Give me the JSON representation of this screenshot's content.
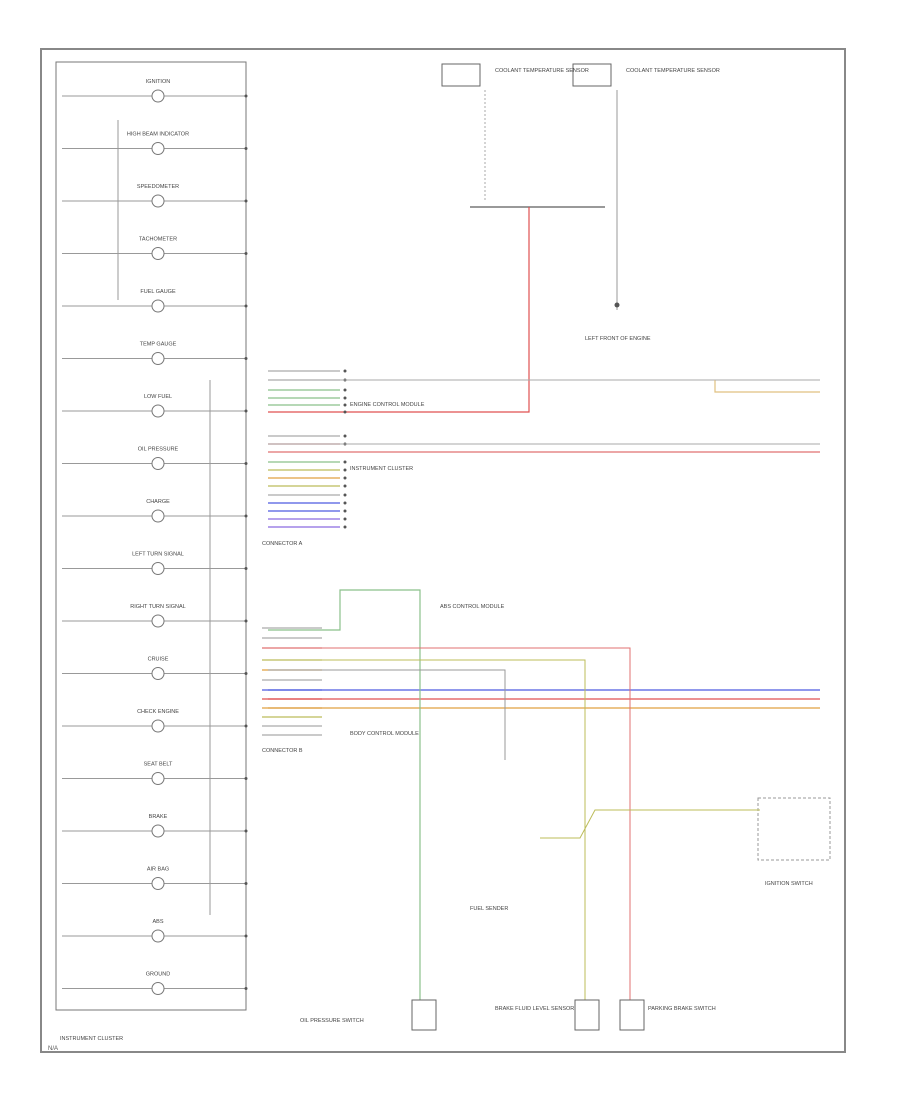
{
  "diagram": {
    "cluster_label": "INSTRUMENT CLUSTER",
    "cluster_items": [
      "IGNITION",
      "HIGH BEAM INDICATOR",
      "SPEEDOMETER",
      "TACHOMETER",
      "FUEL GAUGE",
      "TEMP GAUGE",
      "LOW FUEL",
      "OIL PRESSURE",
      "CHARGE",
      "LEFT TURN SIGNAL",
      "RIGHT TURN SIGNAL",
      "CRUISE",
      "CHECK ENGINE",
      "SEAT BELT",
      "BRAKE",
      "AIR BAG",
      "ABS",
      "GROUND"
    ],
    "top_components": [
      "COOLANT TEMPERATURE SENSOR",
      "COOLANT TEMPERATURE SENSOR"
    ],
    "ground_label": "LEFT FRONT OF ENGINE",
    "connector_labels": [
      "CONNECTOR A",
      "CONNECTOR B"
    ],
    "wire_notes": [
      "ENGINE CONTROL MODULE",
      "INSTRUMENT CLUSTER",
      "ABS CONTROL MODULE",
      "BODY CONTROL MODULE"
    ],
    "bottom_components": [
      "OIL PRESSURE SWITCH",
      "BRAKE FLUID LEVEL SENSOR",
      "FUEL SENDER",
      "PARKING BRAKE SWITCH"
    ],
    "ignition_switch": "IGNITION SWITCH",
    "footer_code": "N/A"
  }
}
